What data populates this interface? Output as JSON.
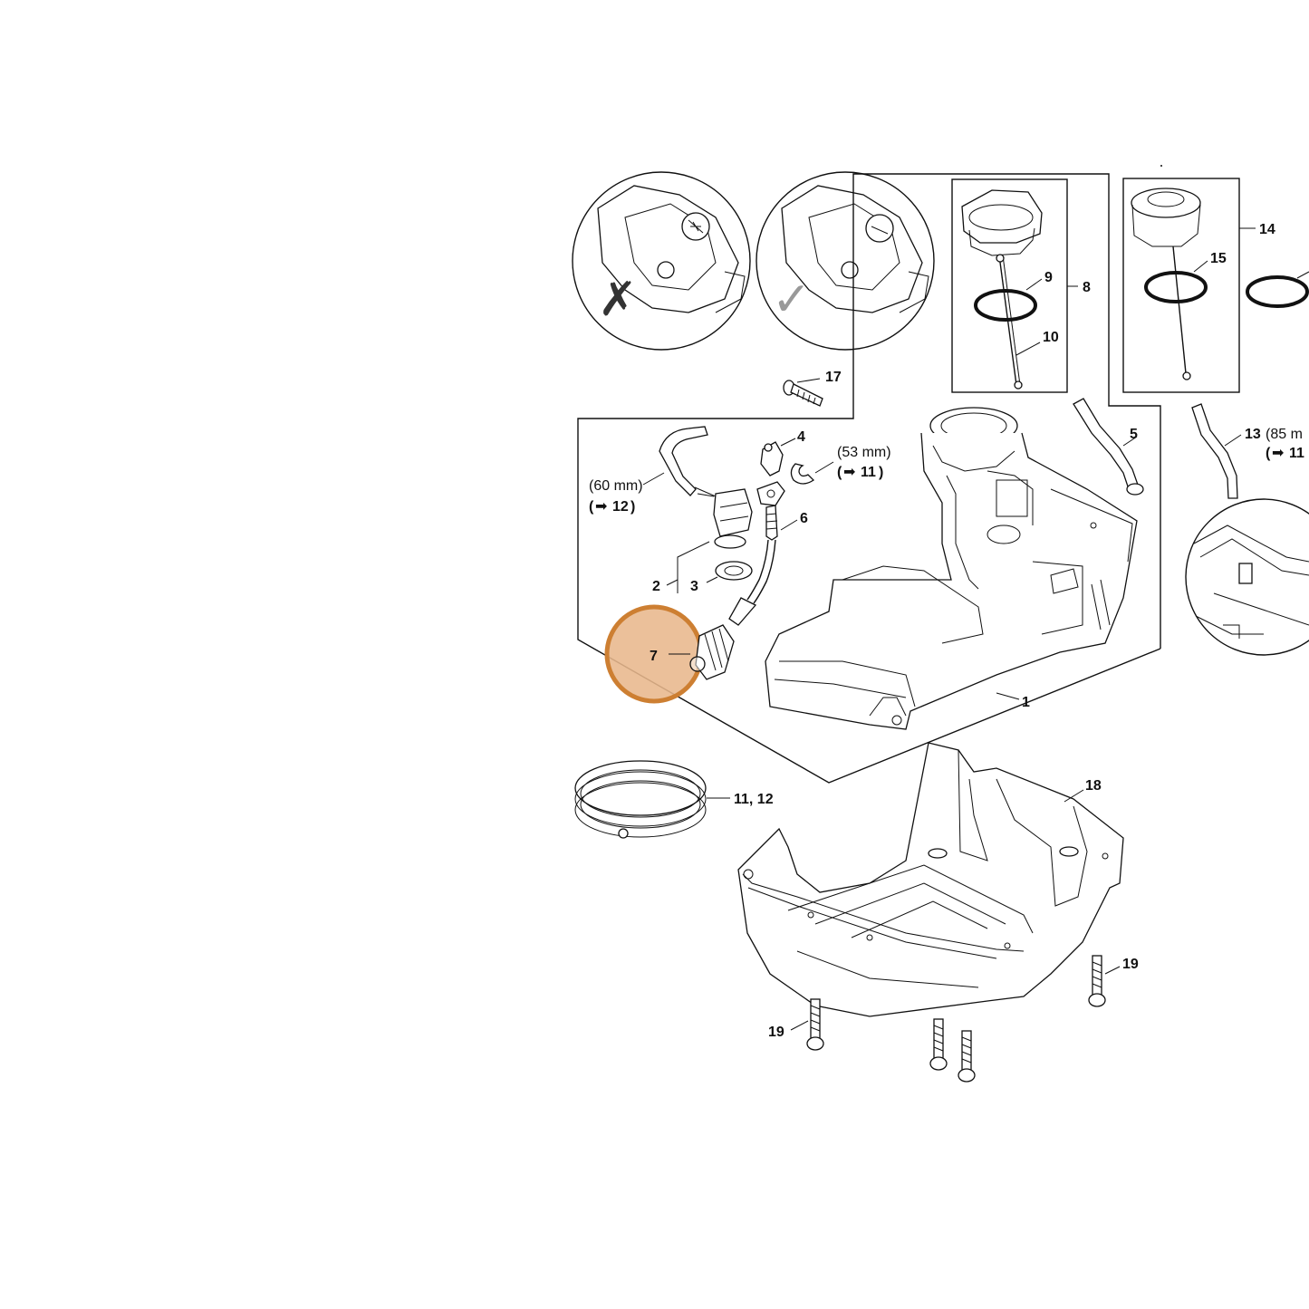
{
  "highlight": {
    "color": "#cd7f32",
    "fill": "#e8b78c"
  },
  "callouts": {
    "c1": "1",
    "c2": "2",
    "c3": "3",
    "c4": "4",
    "c5": "5",
    "c6": "6",
    "c7": "7",
    "c8": "8",
    "c9": "9",
    "c10": "10",
    "c11_12": "11, 12",
    "c13": "13",
    "c14": "14",
    "c15": "15",
    "c17": "17",
    "c18": "18",
    "c19": "19"
  },
  "notes": {
    "len60": "(60 mm)",
    "ref12": "12",
    "len53": "(53 mm)",
    "ref11": "11",
    "len85": "(85 m",
    "ref11b": "11"
  },
  "icons": {
    "wrong": "cross-mark-icon",
    "right": "check-mark-icon",
    "arrow": "arrow-right-icon"
  }
}
